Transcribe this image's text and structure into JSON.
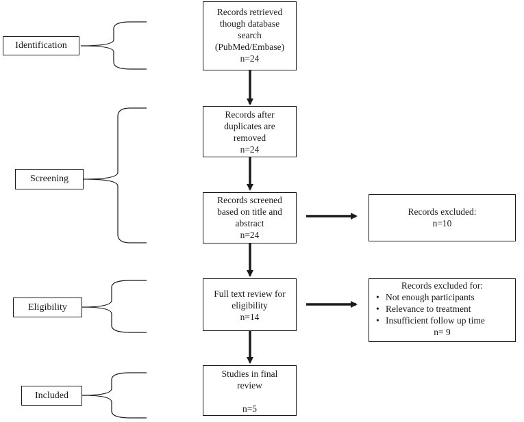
{
  "stages": {
    "identification": "Identification",
    "screening": "Screening",
    "eligibility": "Eligibility",
    "included": "Included"
  },
  "boxes": {
    "identified": {
      "lines": [
        "Records retrieved",
        "though database",
        "search",
        "(PubMed/Embase)"
      ],
      "count": "n=24"
    },
    "deduplicated": {
      "lines": [
        "Records after",
        "duplicates are",
        "removed"
      ],
      "count": "n=24"
    },
    "screened": {
      "lines": [
        "Records screened",
        "based on title and",
        "abstract"
      ],
      "count": "n=24"
    },
    "full_text": {
      "lines": [
        "Full text review for",
        "eligibility"
      ],
      "count": "n=14"
    },
    "final": {
      "lines": [
        "Studies in final",
        "review"
      ],
      "count": "n=5"
    }
  },
  "excluded_screening": {
    "title": "Records excluded:",
    "count": "n=10"
  },
  "excluded_eligibility": {
    "title": "Records excluded for:",
    "reasons": [
      "Not enough participants",
      "Relevance to treatment",
      "Insufficient follow up time"
    ],
    "count": "n= 9"
  }
}
